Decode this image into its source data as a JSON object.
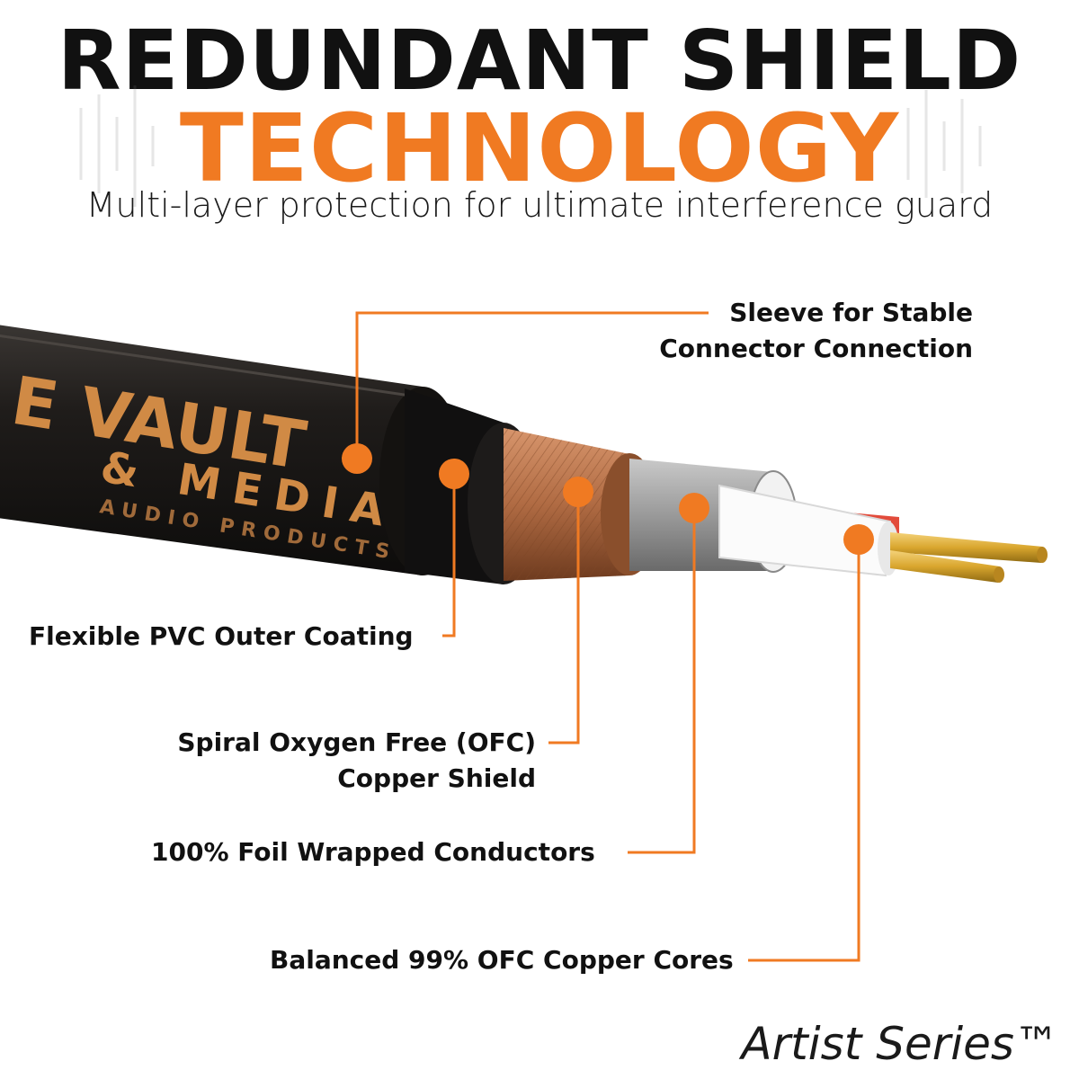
{
  "header": {
    "title_line1": "REDUNDANT SHIELD",
    "title_line2": "TECHNOLOGY",
    "subtitle": "Multi-layer protection for ultimate interference guard"
  },
  "cable_print": {
    "brand_line1": "E VAULT",
    "brand_line2": "& MEDIA",
    "brand_line3": "AUDIO PRODUCTS"
  },
  "callouts": {
    "sleeve": {
      "line1": "Sleeve for Stable",
      "line2": "Connector  Connection"
    },
    "pvc": {
      "line1": "Flexible PVC Outer Coating"
    },
    "copper_shield": {
      "line1": "Spiral Oxygen Free (OFC)",
      "line2": "Copper Shield"
    },
    "foil": {
      "line1": "100% Foil Wrapped Conductors"
    },
    "cores": {
      "line1": "Balanced 99% OFC Copper Cores"
    }
  },
  "footer": {
    "series": "Artist Series™"
  },
  "colors": {
    "accent": "#f07a22",
    "jacket": "#1c1a19",
    "copper": "#b8734a",
    "foil": "#9c9c9c",
    "gold": "#d9a62e"
  }
}
